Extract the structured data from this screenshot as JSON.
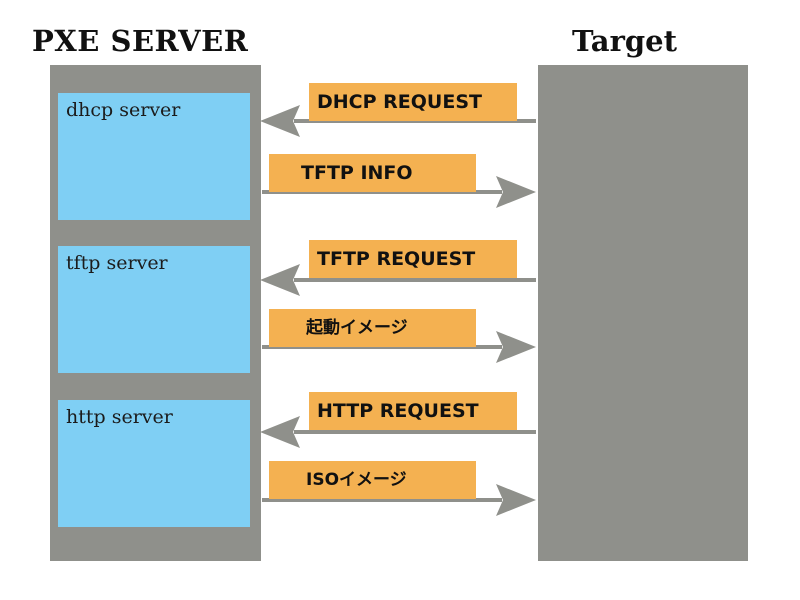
{
  "titles": {
    "server": "PXE SERVER",
    "target": "Target"
  },
  "services": [
    {
      "name": "dhcp server"
    },
    {
      "name": "tftp server"
    },
    {
      "name": "http server"
    }
  ],
  "messages": [
    {
      "label": "DHCP REQUEST",
      "direction": "to-server"
    },
    {
      "label": "TFTP INFO",
      "direction": "to-target"
    },
    {
      "label": "TFTP REQUEST",
      "direction": "to-server"
    },
    {
      "label": "起動イメージ",
      "direction": "to-target"
    },
    {
      "label": "HTTP REQUEST",
      "direction": "to-server"
    },
    {
      "label": "ISOイメージ",
      "direction": "to-target"
    }
  ],
  "colors": {
    "column": "#8f908b",
    "service_box": "#7fcff4",
    "message_label": "#f4b151",
    "arrow": "#8f908b"
  }
}
